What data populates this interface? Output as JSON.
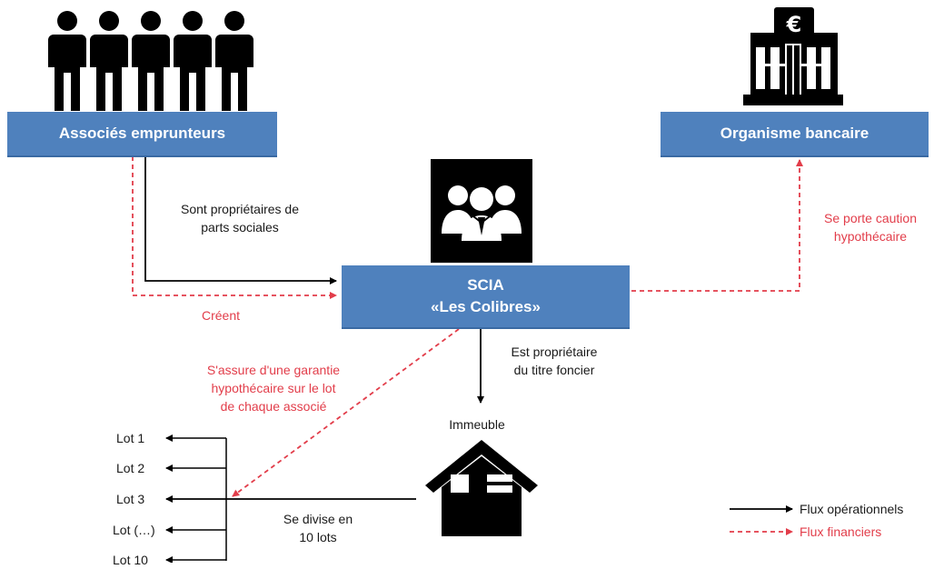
{
  "boxes": {
    "associates": "Associés emprunteurs",
    "bank": "Organisme bancaire",
    "scia_line1": "SCIA",
    "scia_line2": "«Les Colibres»"
  },
  "labels": {
    "shares_l1": "Sont propriétaires de",
    "shares_l2": "parts sociales",
    "create": "Créent",
    "caution_l1": "Se porte caution",
    "caution_l2": "hypothécaire",
    "owner_l1": "Est propriétaire",
    "owner_l2": "du titre foncier",
    "guarantee_l1": "S'assure d'une garantie",
    "guarantee_l2": "hypothécaire sur le lot",
    "guarantee_l3": "de chaque associé",
    "building": "Immeuble",
    "divide_l1": "Se divise en",
    "divide_l2": "10 lots"
  },
  "lots": [
    "Lot 1",
    "Lot 2",
    "Lot 3",
    "Lot (…)",
    "Lot 10"
  ],
  "legend": {
    "operational": "Flux opérationnels",
    "financial": "Flux financiers"
  },
  "icons": {
    "people": "people-group-icon",
    "bank": "bank-building-icon",
    "scia": "business-team-icon",
    "house": "house-icon"
  },
  "colors": {
    "box_fill": "#4f81bd",
    "financial_flow": "#e23d4a",
    "operational_flow": "#000000"
  }
}
